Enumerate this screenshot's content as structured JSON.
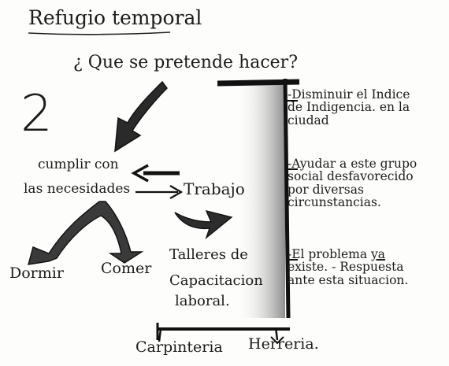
{
  "title": "Refugio temporal",
  "question": "¿ Que se pretende hacer?",
  "number": "2",
  "center": {
    "line1": "cumplir con",
    "line2": "las necesidades",
    "work": "Trabajo"
  },
  "needs": [
    "Dormir",
    "Comer"
  ],
  "workshops": {
    "line1": "Talleres de",
    "line2": "Capacitacion",
    "line3": "laboral."
  },
  "trades": [
    "Carpinteria",
    "Herreria."
  ],
  "objectives": [
    {
      "lines": [
        "-Disminuir el Indice",
        "de Indigencia. en la",
        "ciudad"
      ]
    },
    {
      "lines": [
        "-Ayudar a este grupo",
        "social desfavorecido",
        "por diversas",
        "circunstancias."
      ]
    },
    {
      "lines_pre": "-El problema",
      "lines_underline": "ya",
      "lines_rest": [
        "existe. - Respuesta",
        "ante esta situacion."
      ]
    }
  ]
}
